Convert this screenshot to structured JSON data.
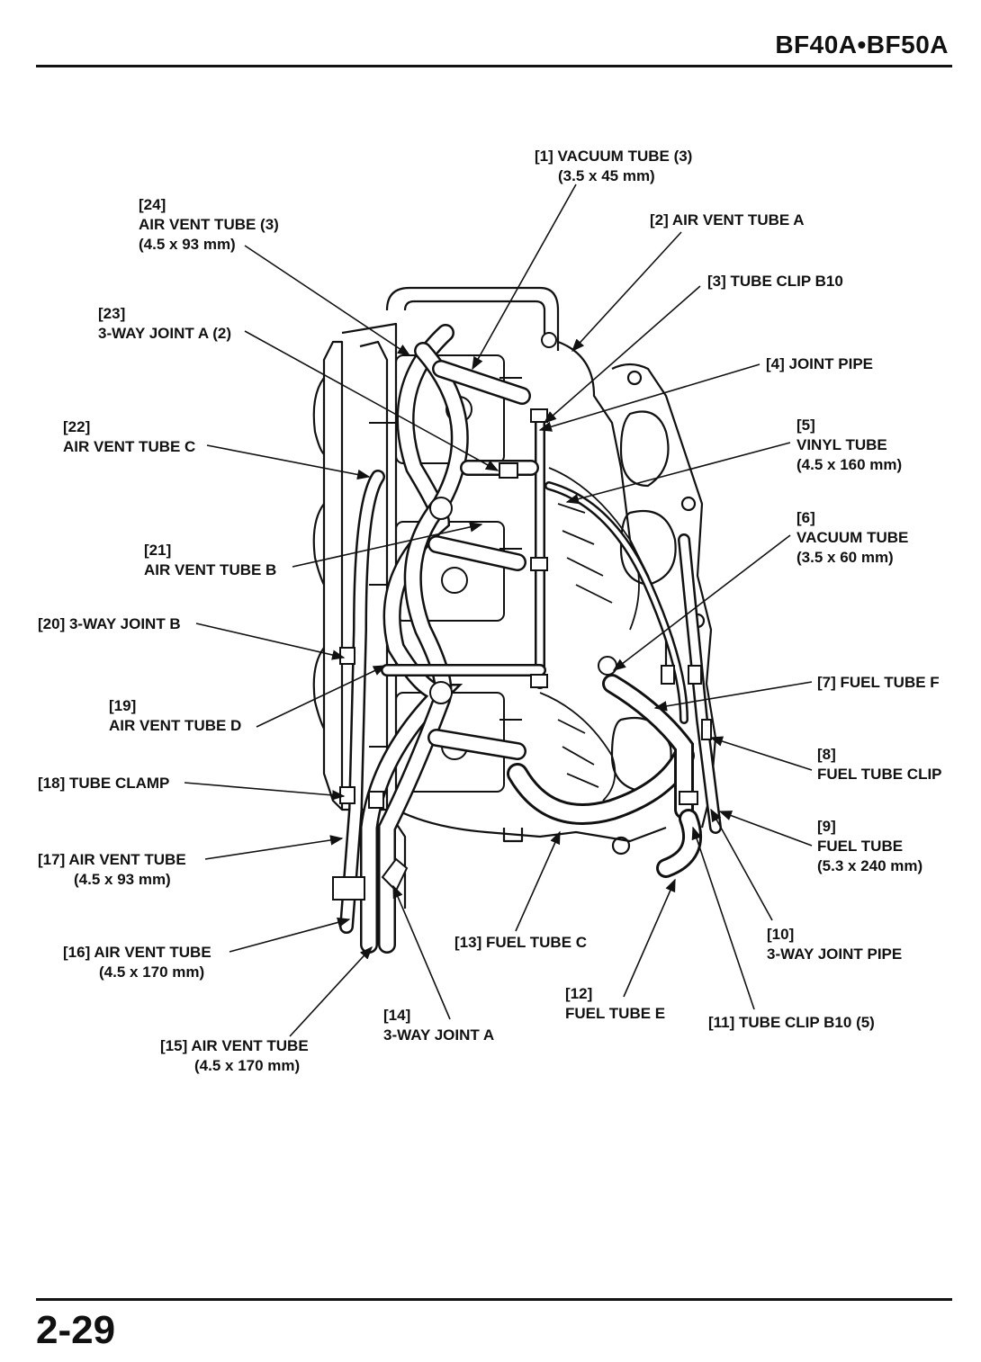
{
  "header": {
    "model": "BF40A•BF50A"
  },
  "footer": {
    "page_number": "2-29"
  },
  "callouts": [
    {
      "id": "1",
      "lines": [
        "[1] VACUUM TUBE (3)",
        "(3.5 x 45 mm)"
      ]
    },
    {
      "id": "2",
      "lines": [
        "[2] AIR VENT TUBE A"
      ]
    },
    {
      "id": "3",
      "lines": [
        "[3] TUBE CLIP B10"
      ]
    },
    {
      "id": "4",
      "lines": [
        "[4] JOINT PIPE"
      ]
    },
    {
      "id": "5",
      "lines": [
        "[5]",
        "VINYL TUBE",
        "(4.5 x 160 mm)"
      ]
    },
    {
      "id": "6",
      "lines": [
        "[6]",
        "VACUUM TUBE",
        "(3.5 x 60 mm)"
      ]
    },
    {
      "id": "7",
      "lines": [
        "[7] FUEL TUBE F"
      ]
    },
    {
      "id": "8",
      "lines": [
        "[8]",
        "FUEL TUBE CLIP"
      ]
    },
    {
      "id": "9",
      "lines": [
        "[9]",
        "FUEL TUBE",
        "(5.3 x 240 mm)"
      ]
    },
    {
      "id": "10",
      "lines": [
        "[10]",
        "3-WAY JOINT PIPE"
      ]
    },
    {
      "id": "11",
      "lines": [
        "[11] TUBE CLIP B10 (5)"
      ]
    },
    {
      "id": "12",
      "lines": [
        "[12]",
        "FUEL TUBE E"
      ]
    },
    {
      "id": "13",
      "lines": [
        "[13] FUEL TUBE C"
      ]
    },
    {
      "id": "14",
      "lines": [
        "[14]",
        "3-WAY JOINT A"
      ]
    },
    {
      "id": "15",
      "lines": [
        "[15] AIR VENT TUBE",
        "(4.5 x 170 mm)"
      ]
    },
    {
      "id": "16",
      "lines": [
        "[16] AIR VENT TUBE",
        "(4.5 x 170 mm)"
      ]
    },
    {
      "id": "17",
      "lines": [
        "[17] AIR VENT TUBE",
        "(4.5 x 93 mm)"
      ]
    },
    {
      "id": "18",
      "lines": [
        "[18] TUBE CLAMP"
      ]
    },
    {
      "id": "19",
      "lines": [
        "[19]",
        "AIR VENT TUBE D"
      ]
    },
    {
      "id": "20",
      "lines": [
        "[20] 3-WAY JOINT B"
      ]
    },
    {
      "id": "21",
      "lines": [
        "[21]",
        "AIR VENT TUBE B"
      ]
    },
    {
      "id": "22",
      "lines": [
        "[22]",
        "AIR VENT TUBE C"
      ]
    },
    {
      "id": "23",
      "lines": [
        "[23]",
        "3-WAY JOINT A (2)"
      ]
    },
    {
      "id": "24",
      "lines": [
        "[24]",
        "AIR VENT TUBE (3)",
        "(4.5 x 93 mm)"
      ]
    }
  ]
}
